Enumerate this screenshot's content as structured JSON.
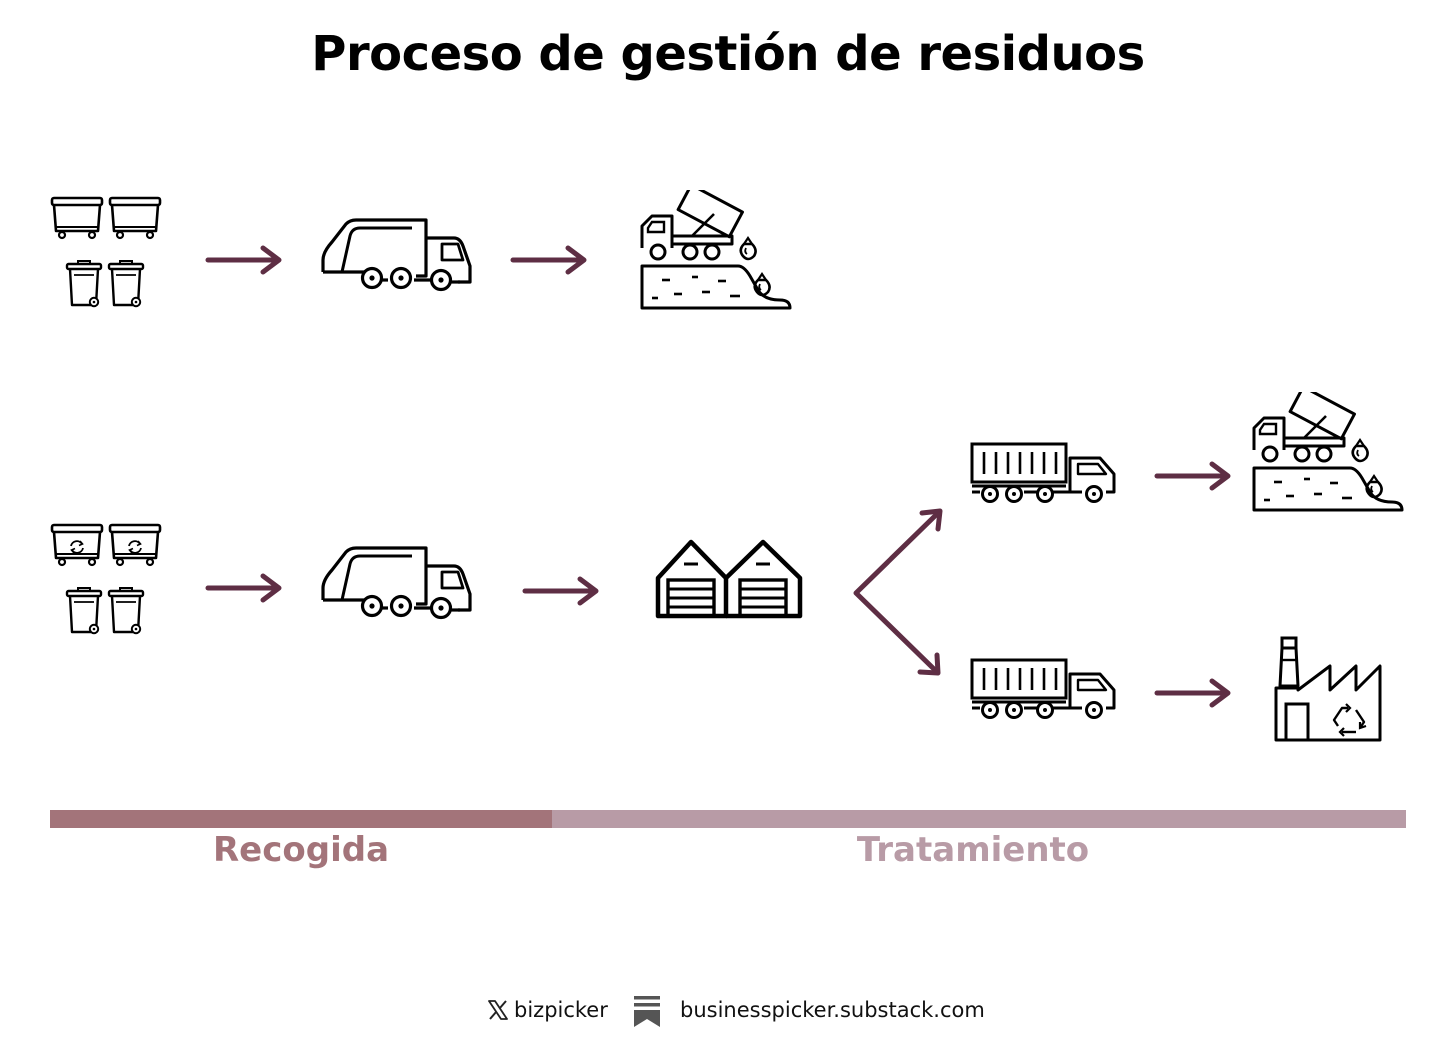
{
  "title": "Proceso de gestión de residuos",
  "phases": {
    "collection": {
      "label": "Recogida",
      "color": "#a3747a"
    },
    "treatment": {
      "label": "Tratamiento",
      "color": "#b89ba6"
    }
  },
  "colors": {
    "arrow": "#5e2e44",
    "icon_stroke": "#000000"
  },
  "flow": {
    "row1": [
      "waste-bins-icon",
      "garbage-truck-icon",
      "landfill-dump-icon"
    ],
    "row2": [
      "recycling-bins-icon",
      "garbage-truck-icon",
      "warehouse-icon"
    ],
    "row2_branches": [
      [
        "container-truck-icon",
        "landfill-dump-icon"
      ],
      [
        "container-truck-icon",
        "recycling-factory-icon"
      ]
    ]
  },
  "footer": {
    "social_handle": "bizpicker",
    "social_icon": "x-logo-icon",
    "newsletter_icon": "substack-logo-icon",
    "website": "businesspicker.substack.com"
  }
}
